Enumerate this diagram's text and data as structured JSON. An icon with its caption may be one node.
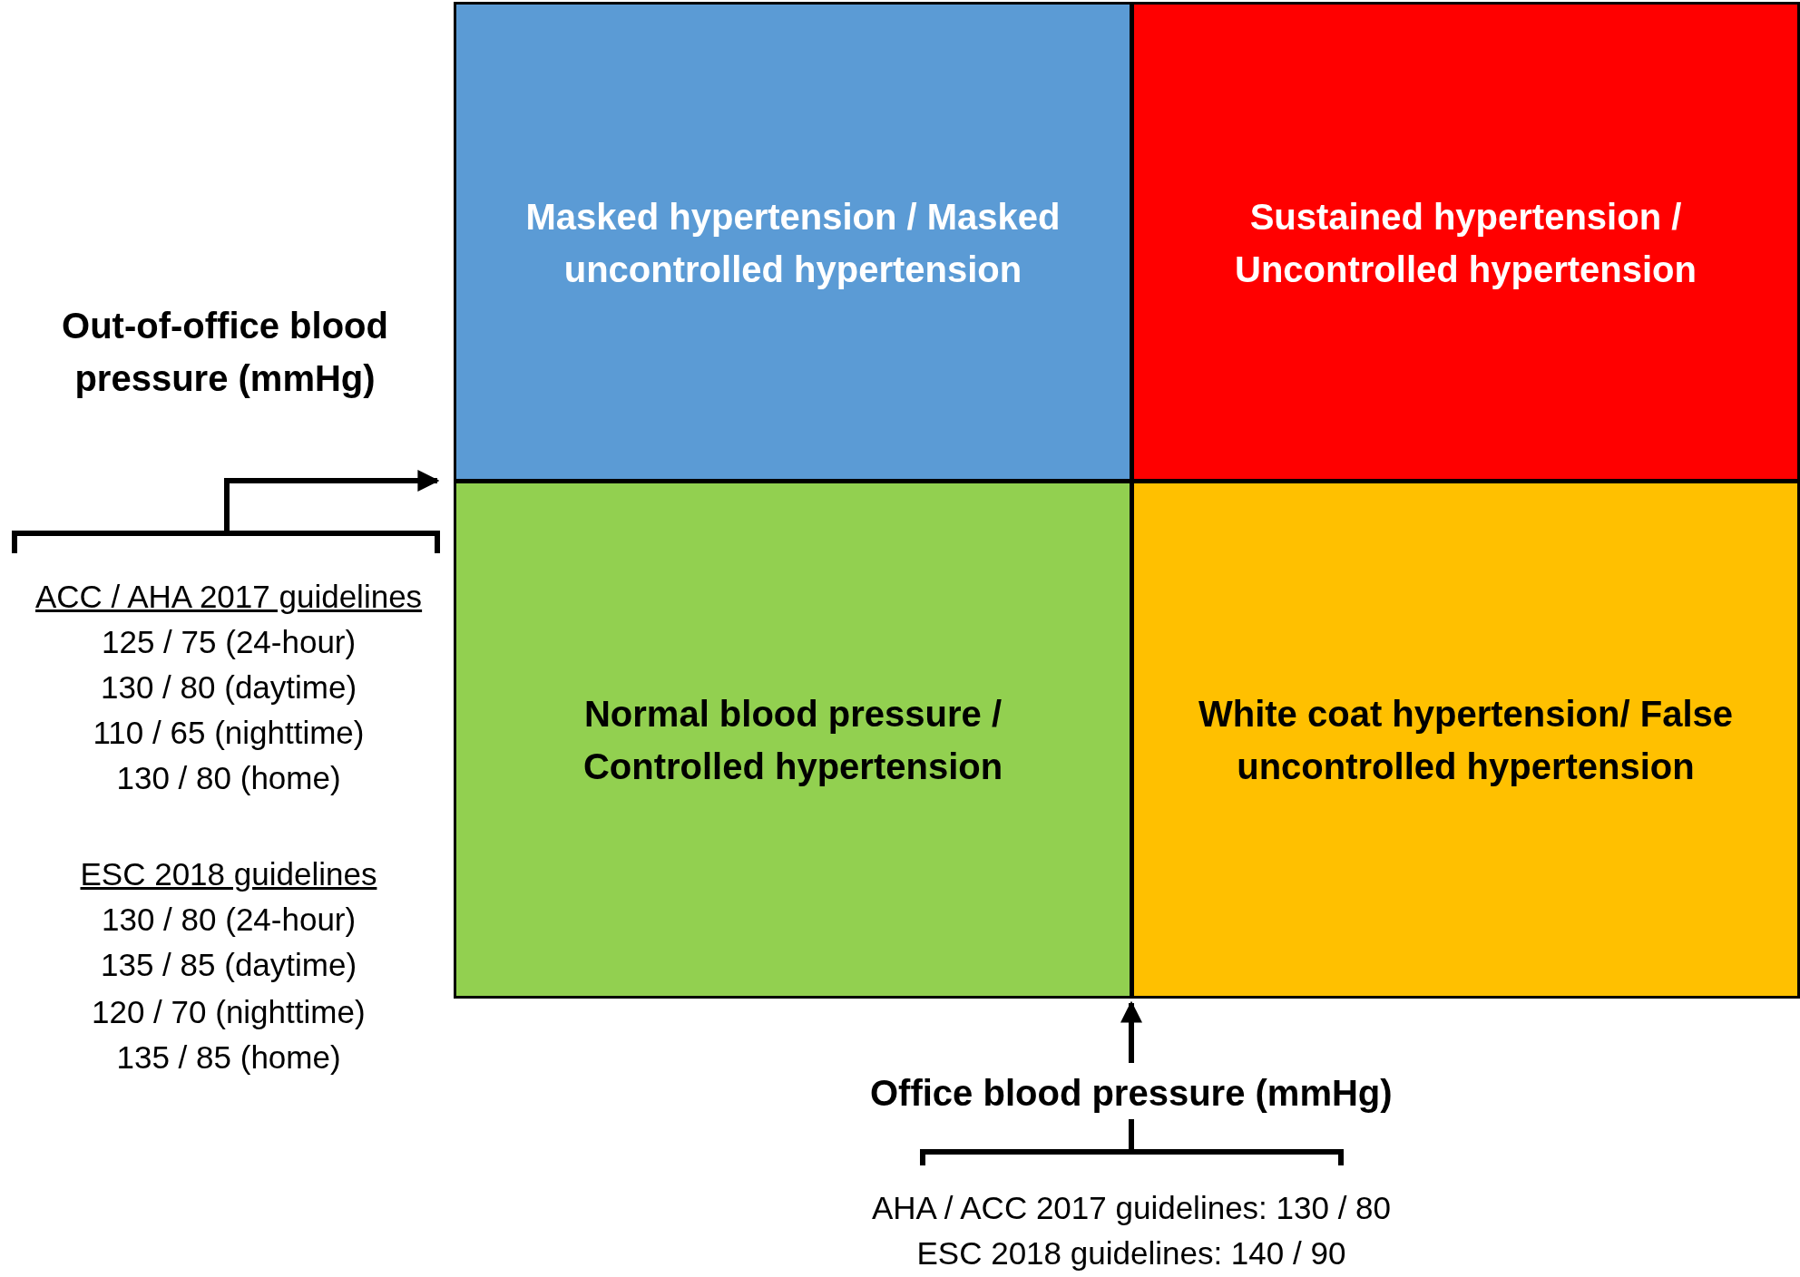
{
  "diagram": {
    "nodes": [
      {
        "text": [
          "Masked hypertension / Masked uncontrolled hypertension"
        ]
      },
      {
        "text": [
          "Sustained hypertension / Uncontrolled hypertension"
        ]
      },
      {
        "text": [
          "Normal blood pressure / Controlled hypertension"
        ]
      },
      {
        "text": [
          "White coat hypertension/ False uncontrolled hypertension"
        ]
      }
    ],
    "labels": [
      "Out-of-office blood pressure (mmHg)",
      "ACC / AHA 2017 guidelines",
      "125 / 75 (24-hour)",
      "130 / 80 (daytime)",
      "110 / 65 (nighttime)",
      "130 / 80 (home)",
      "ESC 2018 guidelines",
      "130 / 80 (24-hour)",
      "135 / 85 (daytime)",
      "120 / 70 (nighttime)",
      "135 / 85 (home)",
      "Office blood pressure (mmHg)",
      "AHA / ACC 2017 guidelines: 130 / 80",
      "ESC 2018 guidelines: 140 / 90"
    ]
  }
}
